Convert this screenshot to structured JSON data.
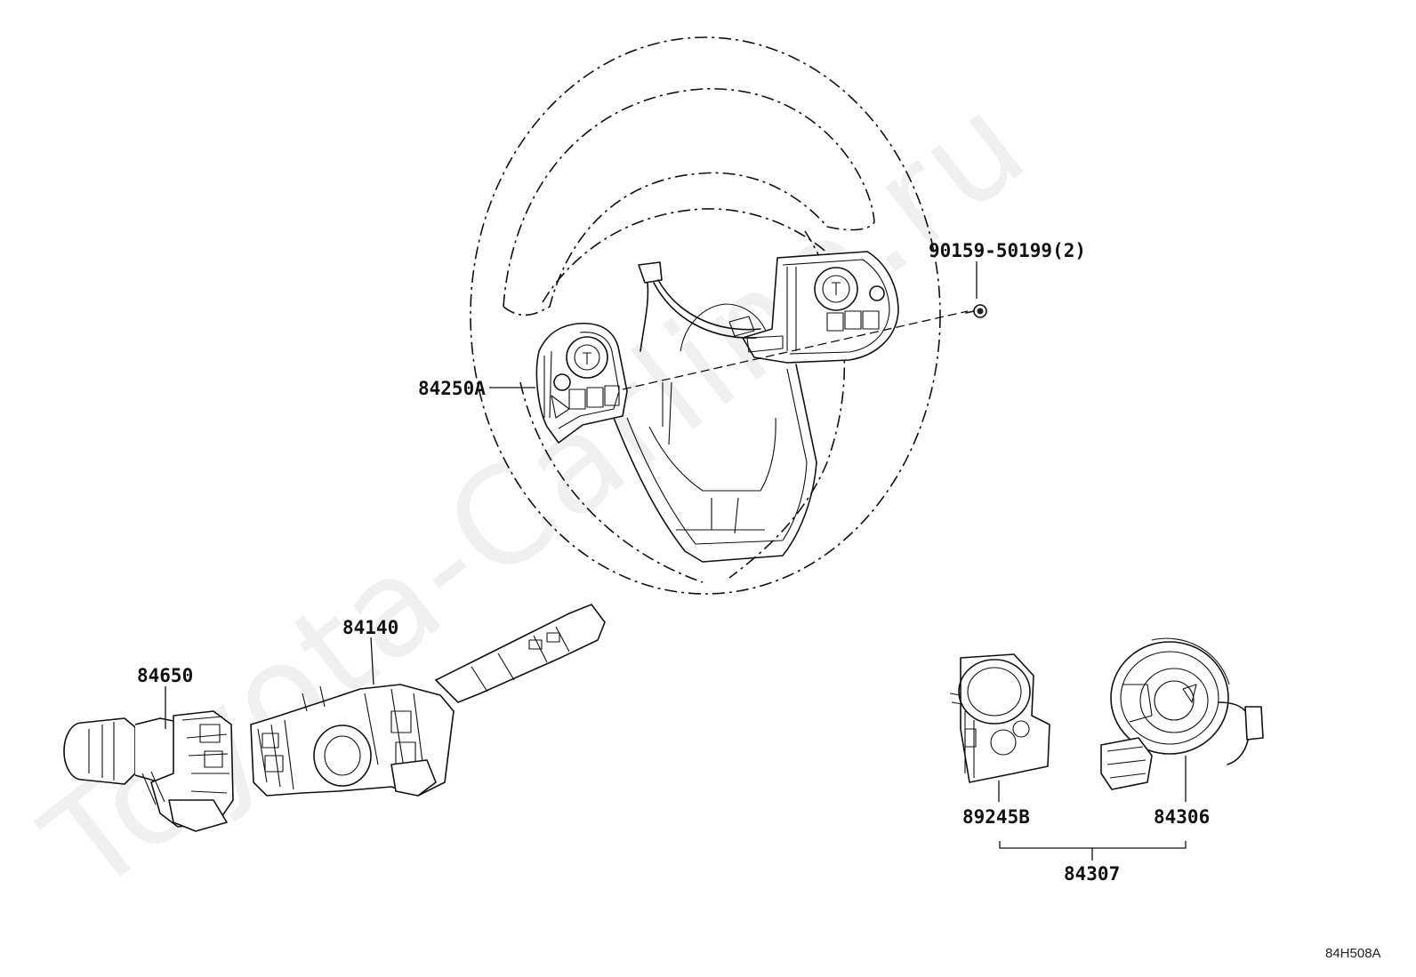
{
  "watermark": "Toyota-Carline.ru",
  "diagram_code": "84H508A",
  "parts": {
    "steering_switch": "84250A",
    "screw": "90159-50199(2)",
    "turn_signal_switch": "84140",
    "wiper_switch": "84650",
    "steering_sensor": "89245B",
    "spiral_cable": "84306",
    "spiral_cable_assy": "84307"
  }
}
